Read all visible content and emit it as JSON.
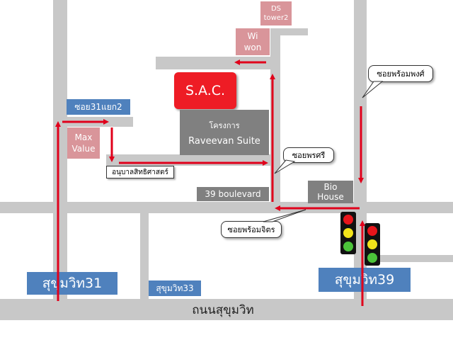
{
  "labels": {
    "sac": "S.A.C.",
    "project": "โครงการ",
    "raveevan": "Raveevan Suite",
    "boulevard": "39 boulevard",
    "bio_house": "Bio\nHouse",
    "max_value": "Max\nValue",
    "wiwon": "Wi\nwon",
    "ds_tower": "DS\ntower2",
    "soi31yaek2": "ซอย31แยก2",
    "kindergarten": "อนุบาลสิทธิศาสตร์",
    "soi_phrom_phong": "ซอยพร้อมพงศ์",
    "soi_phon_si": "ซอยพรศรี",
    "soi_phrom_chit": "ซอยพร้อมจิตร",
    "sukhumvit31": "สุขุมวิท31",
    "sukhumvit33": "สุขุมวิท33",
    "sukhumvit39": "สุขุมวิท39",
    "thanon_sukhumvit": "ถนนสุขุมวิท"
  },
  "colors": {
    "road": "#c8c8c8",
    "route": "#e0001b",
    "sac": "#ee1c25",
    "pink_box": "#d9959a",
    "blue_box": "#4f81bd",
    "grey_box": "#808080"
  },
  "icons": [
    "traffic-light-icon",
    "traffic-light-icon"
  ]
}
